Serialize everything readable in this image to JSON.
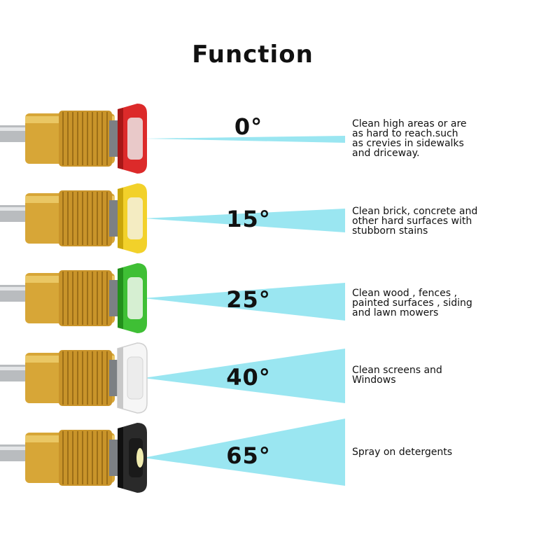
{
  "title": "Function",
  "nozzles": [
    {
      "angle": "0°",
      "color": "#dc2a2a",
      "dark": "#a81717",
      "center": "#e9c9c9",
      "description": [
        "Clean high areas or are",
        "as hard to reach.such",
        "as crevies in sidewalks",
        "and driceway."
      ]
    },
    {
      "angle": "15°",
      "color": "#f2d12a",
      "dark": "#c9a50b",
      "center": "#f4ecc2",
      "description": [
        "Clean brick, concrete and",
        "other hard surfaces with",
        "stubborn stains"
      ]
    },
    {
      "angle": "25°",
      "color": "#3fbf35",
      "dark": "#23901c",
      "center": "#d6efd2",
      "description": [
        "Clean wood , fences ,",
        "painted surfaces , siding",
        "and lawn mowers"
      ]
    },
    {
      "angle": "40°",
      "color": "#f6f6f6",
      "dark": "#c8c8c8",
      "center": "#ececec",
      "description": [
        "Clean screens and",
        "Windows"
      ]
    },
    {
      "angle": "65°",
      "color": "#2a2a2a",
      "dark": "#101010",
      "center": "#f0ecb0",
      "description": [
        "Spray on detergents"
      ]
    }
  ],
  "colors": {
    "spray": "#8fe3ef",
    "brass": "#d7a637",
    "brass_dark": "#9a6b12",
    "brass_light": "#f2d678",
    "shaft": "#b9bcbf"
  }
}
